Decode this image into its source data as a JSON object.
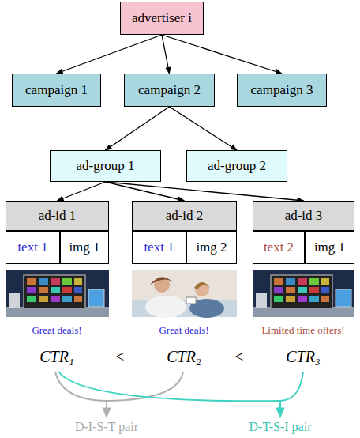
{
  "diagram": {
    "nodes": [
      {
        "text": [
          "advertiser i"
        ]
      },
      {
        "text": [
          "campaign 1"
        ]
      },
      {
        "text": [
          "campaign 2"
        ]
      },
      {
        "text": [
          "campaign 3"
        ]
      },
      {
        "text": [
          "ad-group 1"
        ]
      },
      {
        "text": [
          "ad-group 2"
        ]
      },
      {
        "text": [
          "ad-id 1"
        ]
      },
      {
        "text": [
          "text 1"
        ]
      },
      {
        "text": [
          "img 1"
        ]
      },
      {
        "text": [
          "ad-id 2"
        ]
      },
      {
        "text": [
          "text 1"
        ]
      },
      {
        "text": [
          "img 2"
        ]
      },
      {
        "text": [
          "ad-id 3"
        ]
      },
      {
        "text": [
          "text 2"
        ]
      },
      {
        "text": [
          "img 1"
        ]
      }
    ],
    "edges": [
      {
        "from": 0,
        "to": 1,
        "arrow": "to"
      },
      {
        "from": 0,
        "to": 2,
        "arrow": "to"
      },
      {
        "from": 0,
        "to": 3,
        "arrow": "to"
      },
      {
        "from": 2,
        "to": 4,
        "arrow": "to"
      },
      {
        "from": 2,
        "to": 5,
        "arrow": "to"
      },
      {
        "from": 4,
        "to": 6,
        "arrow": "to"
      },
      {
        "from": 4,
        "to": 9,
        "arrow": "to"
      },
      {
        "from": 4,
        "to": 12,
        "arrow": "to"
      }
    ],
    "labels": [
      "Great deals!",
      "Great deals!",
      "Limited time offers!",
      "CTR₁",
      "<",
      "CTR₂",
      "<",
      "CTR₃",
      "D-I-S-T pair",
      "D-T-S-I pair"
    ]
  }
}
